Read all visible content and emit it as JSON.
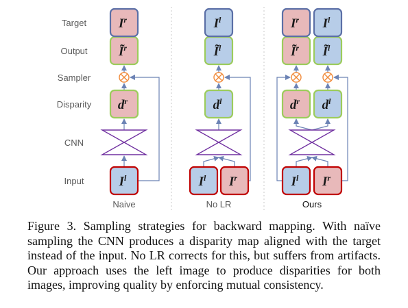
{
  "figure": {
    "row_labels": [
      "Target",
      "Output",
      "Sampler",
      "Disparity",
      "CNN",
      "Input"
    ],
    "columns": [
      {
        "label": "Naive",
        "input": [
          {
            "letter": "I",
            "sup": "l",
            "fill": "blue"
          }
        ],
        "disparity": [
          {
            "letter": "d",
            "sup": "r",
            "fill": "pink"
          }
        ],
        "output": [
          {
            "letter": "Ĩ",
            "sup": "r",
            "fill": "pink"
          }
        ],
        "target": [
          {
            "letter": "I",
            "sup": "r",
            "fill": "pink"
          }
        ]
      },
      {
        "label": "No LR",
        "input": [
          {
            "letter": "I",
            "sup": "l",
            "fill": "blue"
          },
          {
            "letter": "I",
            "sup": "r",
            "fill": "pink"
          }
        ],
        "disparity": [
          {
            "letter": "d",
            "sup": "l",
            "fill": "blue"
          }
        ],
        "output": [
          {
            "letter": "Ĩ",
            "sup": "l",
            "fill": "blue"
          }
        ],
        "target": [
          {
            "letter": "I",
            "sup": "l",
            "fill": "blue"
          }
        ]
      },
      {
        "label": "Ours",
        "input": [
          {
            "letter": "I",
            "sup": "l",
            "fill": "blue"
          },
          {
            "letter": "I",
            "sup": "r",
            "fill": "pink"
          }
        ],
        "disparity": [
          {
            "letter": "d",
            "sup": "r",
            "fill": "pink"
          },
          {
            "letter": "d",
            "sup": "l",
            "fill": "blue"
          }
        ],
        "output": [
          {
            "letter": "Ĩ",
            "sup": "r",
            "fill": "pink"
          },
          {
            "letter": "Ĩ",
            "sup": "l",
            "fill": "blue"
          }
        ],
        "target": [
          {
            "letter": "I",
            "sup": "r",
            "fill": "pink"
          },
          {
            "letter": "I",
            "sup": "l",
            "fill": "blue"
          }
        ]
      }
    ],
    "sampler_symbol": "⊗",
    "colors": {
      "pink": "#e8b9ba",
      "blue": "#b7cde8",
      "target_border": "#5b6fa6",
      "output_border": "#9ccc5c",
      "disparity_border": "#9ccc5c",
      "input_border": "#c00000",
      "cnn": "#7030a0",
      "sampler": "#f08a3a",
      "arrow": "#6c83b5",
      "label": "#595959"
    }
  },
  "caption": "Figure 3. Sampling strategies for backward mapping. With naïve sampling the CNN produces a disparity map aligned with the target instead of the input. No LR corrects for this, but suffers from artifacts. Our approach uses the left image to produce disparities for both images, improving quality by enforcing mutual consistency."
}
